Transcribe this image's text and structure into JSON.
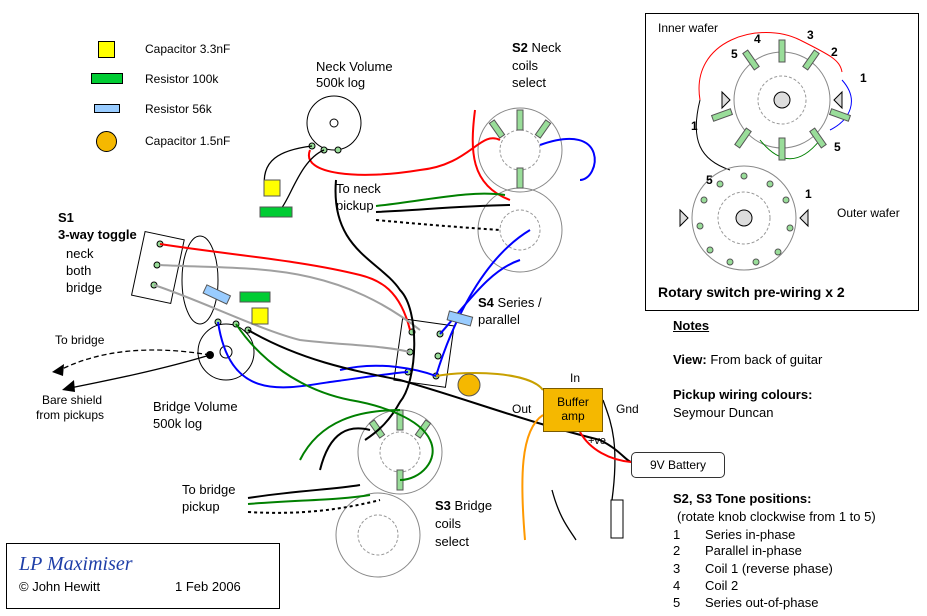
{
  "legend": {
    "items": [
      {
        "label": "Capacitor 3.3nF",
        "color": "#ffff00",
        "shape": "square"
      },
      {
        "label": "Resistor 100k",
        "color": "#00cc33",
        "shape": "rect"
      },
      {
        "label": "Resistor 56k",
        "color": "#99ccff",
        "shape": "rect-small"
      },
      {
        "label": "Capacitor 1.5nF",
        "color": "#f5b800",
        "shape": "circle"
      }
    ]
  },
  "labels": {
    "neck_volume": "Neck Volume",
    "neck_volume_value": "500k log",
    "s2_id": "S2",
    "s2_text": "Neck",
    "s2_line2": "coils",
    "s2_line3": "select",
    "to_neck": "To neck",
    "to_neck2": "pickup",
    "s1_id": "S1",
    "s1_title": "3-way toggle",
    "s1_pos1": "neck",
    "s1_pos2": "both",
    "s1_pos3": "bridge",
    "to_bridge": "To bridge",
    "bare_shield": "Bare shield",
    "bare_shield2": "from pickups",
    "bridge_volume": "Bridge Volume",
    "bridge_volume_value": "500k log",
    "s4_id": "S4",
    "s4_text": "Series /",
    "s4_line2": "parallel",
    "in": "In",
    "out": "Out",
    "gnd": "Gnd",
    "buffer_line1": "Buffer",
    "buffer_line2": "amp",
    "plus_ve": "+ve",
    "battery": "9V Battery",
    "to_bridge_pickup": "To bridge",
    "to_bridge_pickup2": "pickup",
    "s3_id": "S3",
    "s3_text": "Bridge",
    "s3_line2": "coils",
    "s3_line3": "select"
  },
  "inset": {
    "inner_wafer": "Inner wafer",
    "outer_wafer": "Outer wafer",
    "positions": [
      "1",
      "2",
      "3",
      "4",
      "5"
    ],
    "caption": "Rotary switch pre-wiring x 2"
  },
  "notes": {
    "heading": "Notes",
    "view_label": "View:",
    "view_value": "From back of guitar",
    "colours_heading": "Pickup wiring colours:",
    "colours_value": "Seymour Duncan",
    "tone_heading": "S2, S3 Tone positions:",
    "tone_sub": "(rotate knob clockwise from 1 to 5)",
    "tone_positions": [
      {
        "num": "1",
        "label": "Series in-phase"
      },
      {
        "num": "2",
        "label": "Parallel in-phase"
      },
      {
        "num": "3",
        "label": "Coil 1 (reverse phase)"
      },
      {
        "num": "4",
        "label": "Coil 2"
      },
      {
        "num": "5",
        "label": "Series out-of-phase"
      }
    ]
  },
  "title": {
    "name": "LP Maximiser",
    "author": "© John Hewitt",
    "date": "1 Feb 2006"
  },
  "colors": {
    "red_wire": "#ff0000",
    "blue_wire": "#0000ff",
    "green_wire": "#008000",
    "grey_wire": "#a0a0a0",
    "black_wire": "#000000",
    "gold_wire": "#c8a000",
    "orange_wire": "#ff9900"
  }
}
